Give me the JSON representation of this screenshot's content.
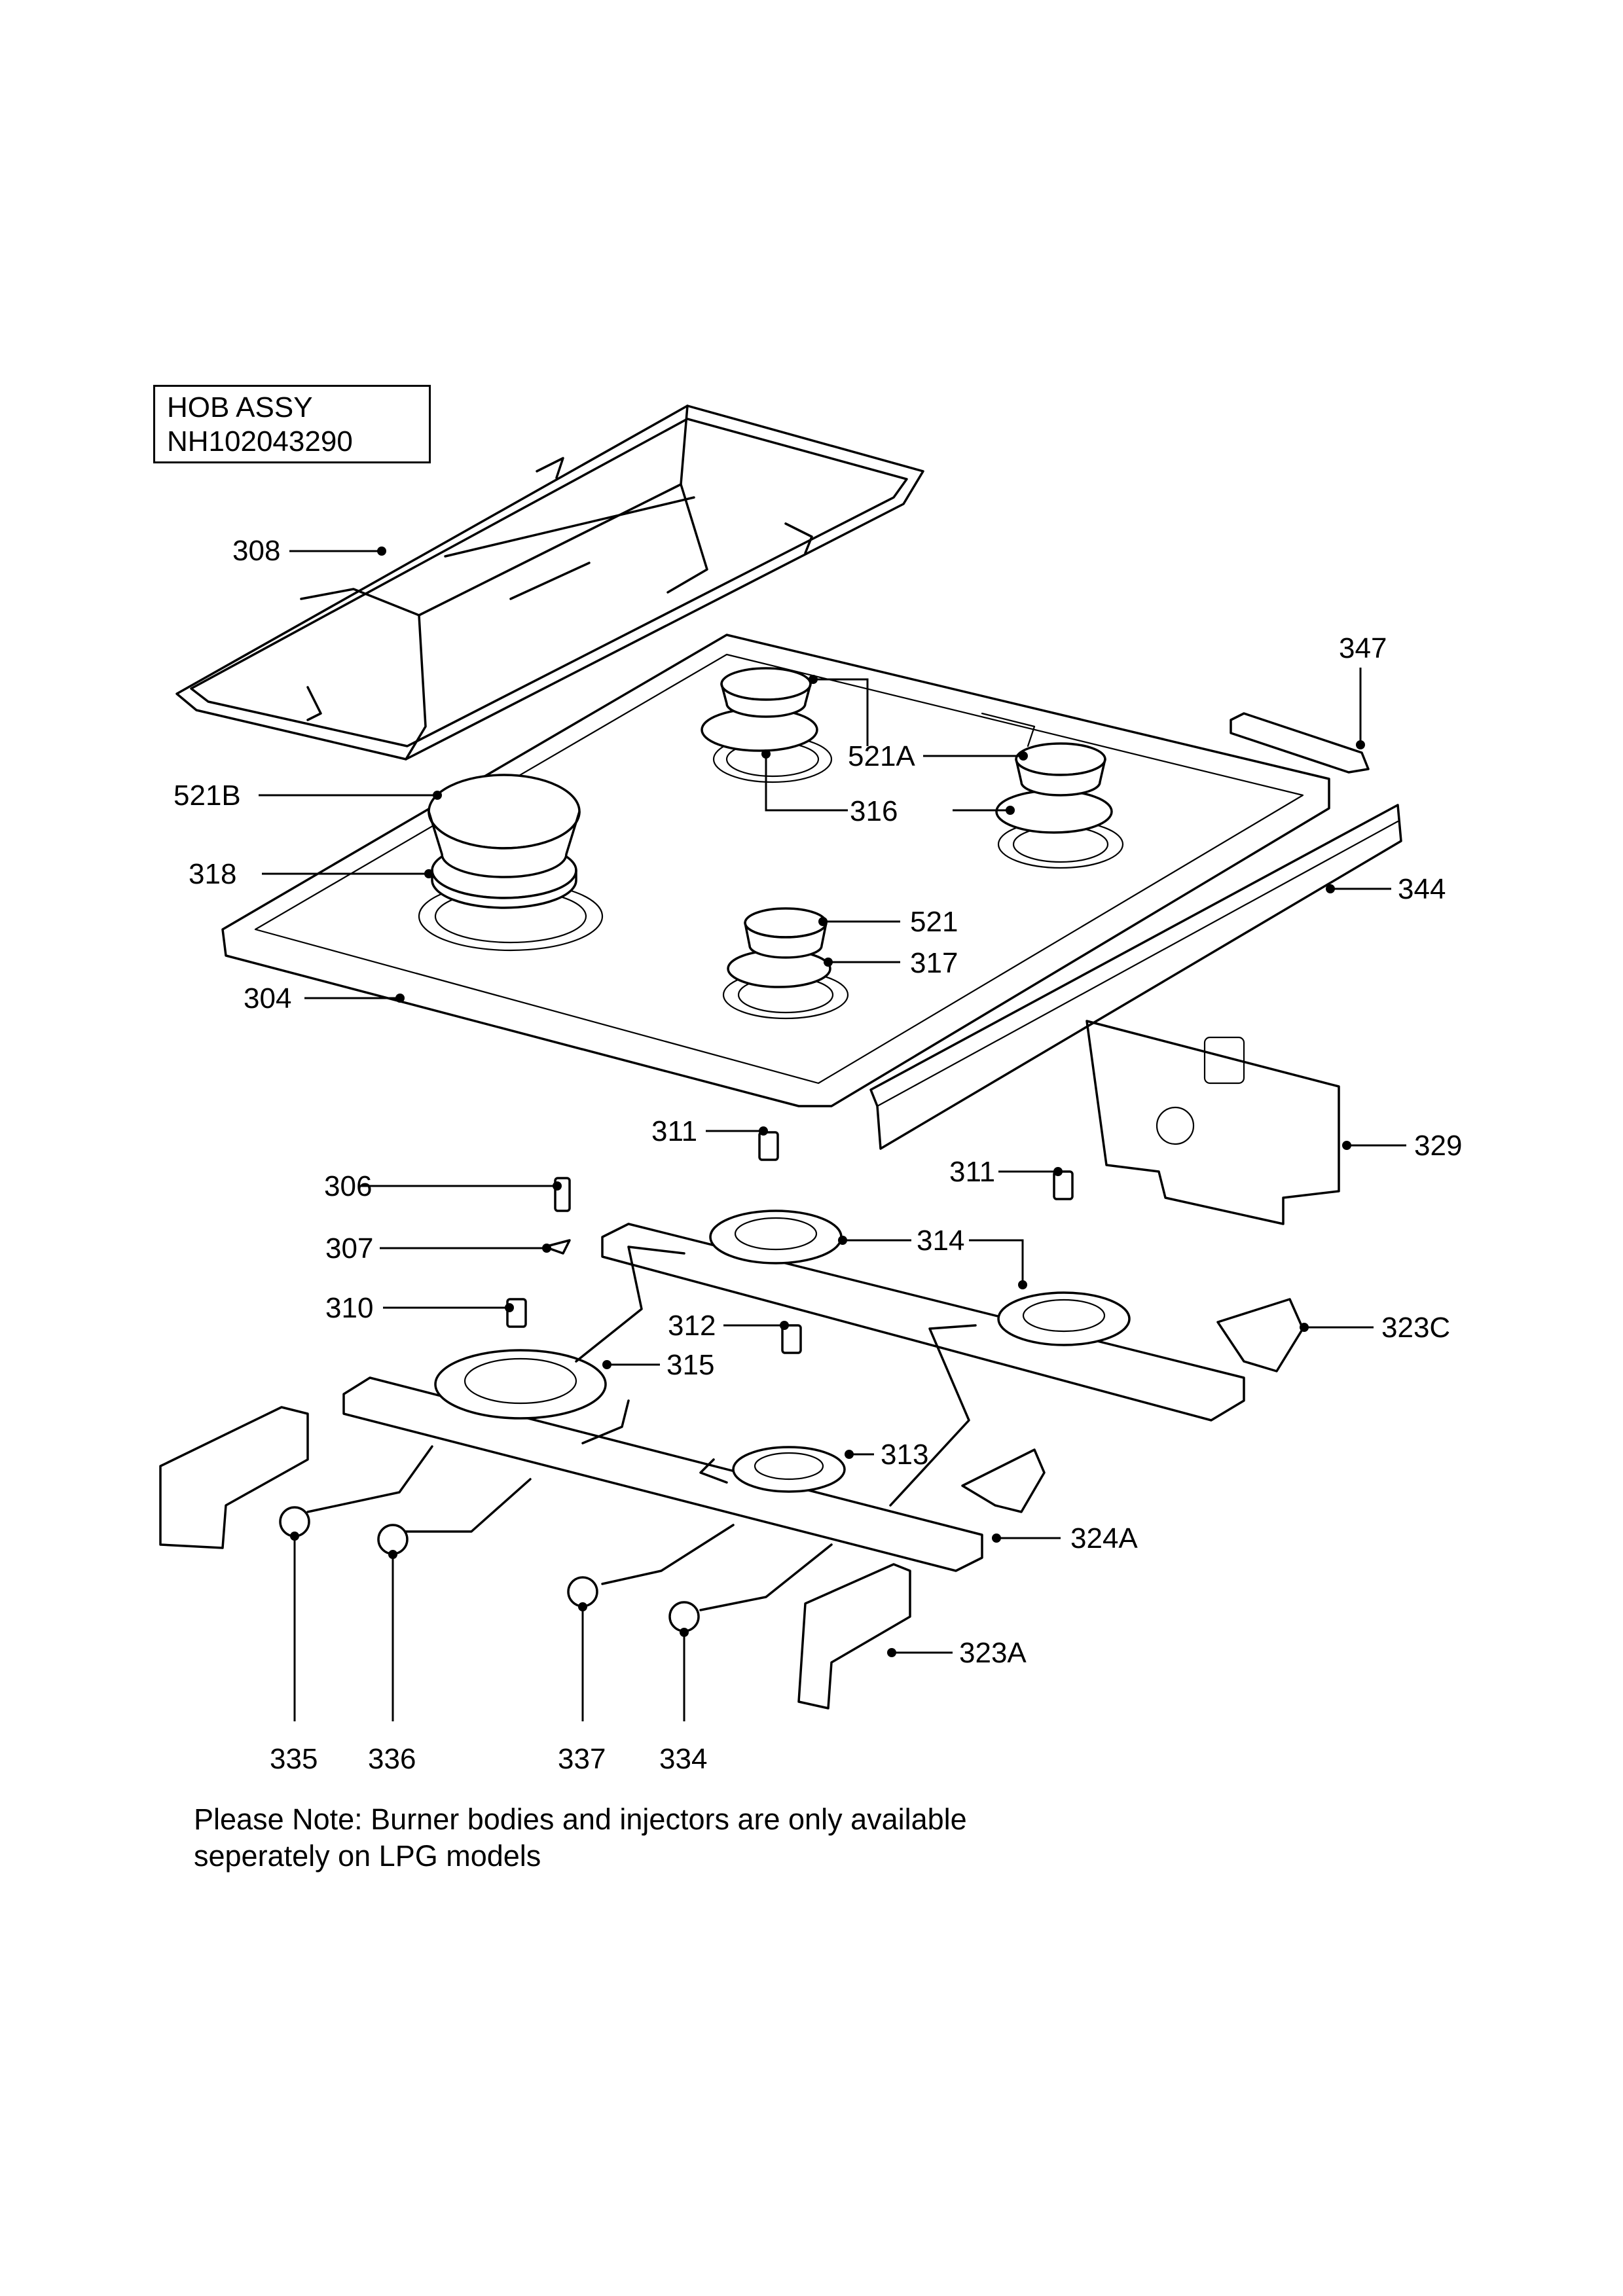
{
  "title": {
    "line1": "HOB ASSY",
    "line2": "NH102043290"
  },
  "note": {
    "line1": "Please Note: Burner bodies and injectors are only available",
    "line2": "seperately on LPG models"
  },
  "callouts": [
    {
      "id": "c308",
      "label": "308"
    },
    {
      "id": "c347",
      "label": "347"
    },
    {
      "id": "c521A",
      "label": "521A"
    },
    {
      "id": "c316",
      "label": "316"
    },
    {
      "id": "c521B",
      "label": "521B"
    },
    {
      "id": "c318",
      "label": "318"
    },
    {
      "id": "c344",
      "label": "344"
    },
    {
      "id": "c521",
      "label": "521"
    },
    {
      "id": "c317",
      "label": "317"
    },
    {
      "id": "c304",
      "label": "304"
    },
    {
      "id": "c311a",
      "label": "311"
    },
    {
      "id": "c329",
      "label": "329"
    },
    {
      "id": "c306",
      "label": "306"
    },
    {
      "id": "c311b",
      "label": "311"
    },
    {
      "id": "c307",
      "label": "307"
    },
    {
      "id": "c314",
      "label": "314"
    },
    {
      "id": "c310",
      "label": "310"
    },
    {
      "id": "c312",
      "label": "312"
    },
    {
      "id": "c323C",
      "label": "323C"
    },
    {
      "id": "c315",
      "label": "315"
    },
    {
      "id": "c313",
      "label": "313"
    },
    {
      "id": "c324A",
      "label": "324A"
    },
    {
      "id": "c323A",
      "label": "323A"
    },
    {
      "id": "c335",
      "label": "335"
    },
    {
      "id": "c336",
      "label": "336"
    },
    {
      "id": "c337",
      "label": "337"
    },
    {
      "id": "c334",
      "label": "334"
    }
  ]
}
